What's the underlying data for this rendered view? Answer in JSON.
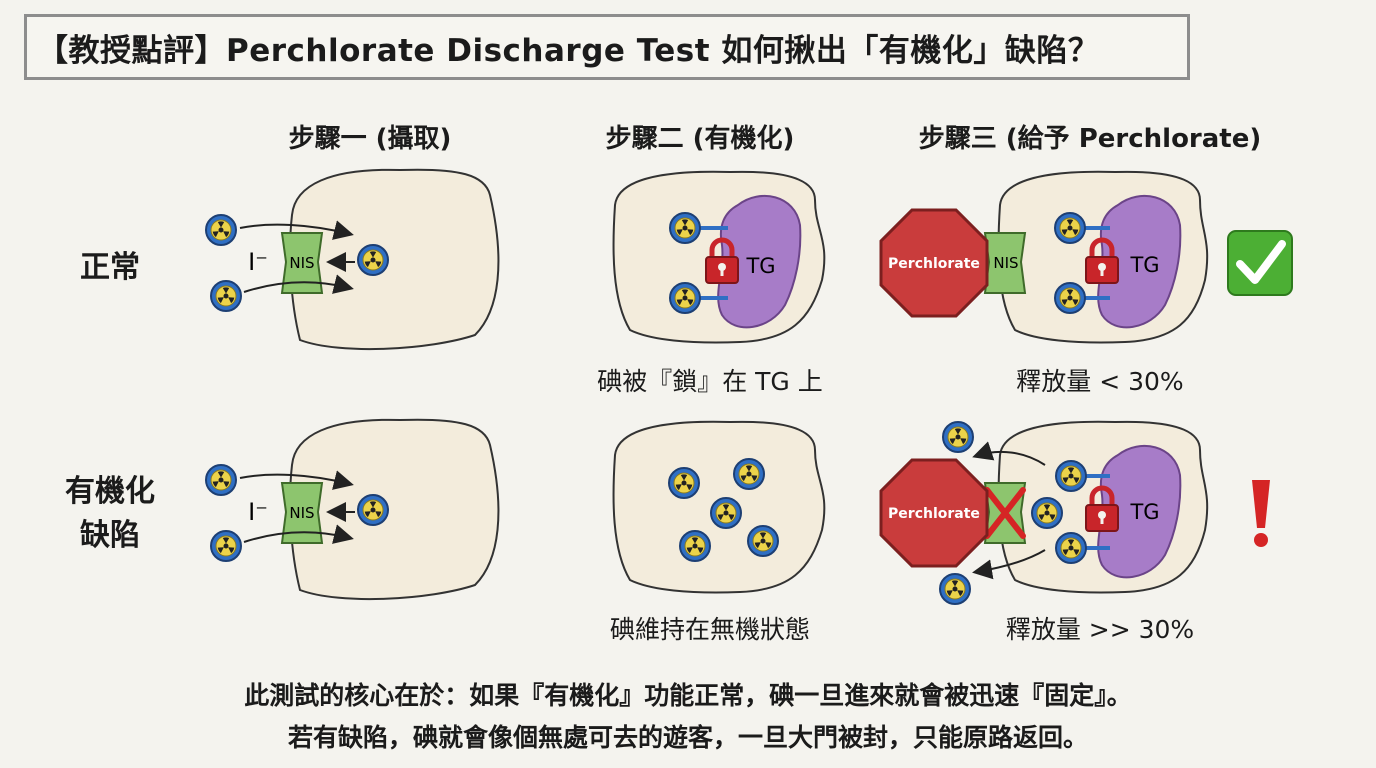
{
  "title": "【教授點評】Perchlorate Discharge Test 如何揪出「有機化」缺陷？",
  "columns": [
    {
      "label": "步驟一 (攝取)"
    },
    {
      "label": "步驟二 (有機化)"
    },
    {
      "label": "步驟三 (給予 Perchlorate)"
    }
  ],
  "rows": [
    {
      "label": "正常",
      "label_line2": ""
    },
    {
      "label": "有機化",
      "label_line2": "缺陷"
    }
  ],
  "cell_labels": {
    "iodide": "I⁻",
    "nis": "NIS",
    "tg": "TG",
    "perchlorate": "Perchlorate"
  },
  "captions": {
    "normal_step2": "碘被『鎖』在 TG 上",
    "normal_step3": "釋放量 < 30%",
    "defect_step2": "碘維持在無機狀態",
    "defect_step3": "釋放量 >> 30%"
  },
  "status_icons": {
    "normal": "check-mark-icon",
    "defect": "exclamation-icon"
  },
  "colors": {
    "cell_fill": "#f3ecdc",
    "nis_green": "#8dc56e",
    "tg_purple": "#a77cc8",
    "iodine_blue": "#2f6fc4",
    "iodine_yellow": "#ecd34a",
    "lock_red": "#c8252a",
    "stop_red": "#c93c3c",
    "check_green": "#4caf34",
    "alert_red": "#d52525"
  },
  "footer": {
    "line1": "此測試的核心在於：如果『有機化』功能正常，碘一旦進來就會被迅速『固定』。",
    "line2": "若有缺陷，碘就會像個無處可去的遊客，一旦大門被封，只能原路返回。"
  }
}
